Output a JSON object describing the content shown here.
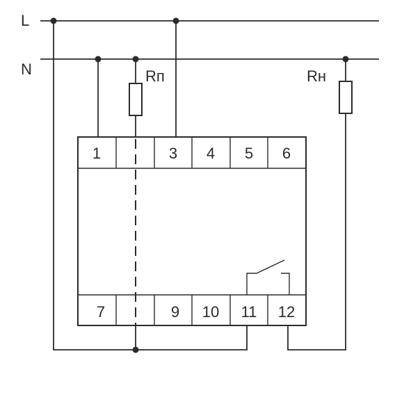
{
  "buses": {
    "line": "L",
    "neutral": "N"
  },
  "resistors": {
    "control": "Rп",
    "load": "Rн"
  },
  "terminals_top": [
    "1",
    "",
    "3",
    "4",
    "5",
    "6"
  ],
  "terminals_bottom": [
    "7",
    "",
    "9",
    "10",
    "11",
    "12"
  ]
}
